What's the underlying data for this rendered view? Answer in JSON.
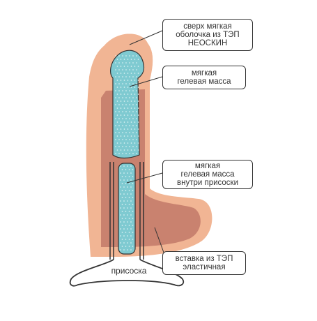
{
  "labels": {
    "outer_shell": [
      "сверх мягкая",
      "оболочка из ТЭП",
      "НЕОСКИН"
    ],
    "gel_mass": [
      "мягкая",
      "гелевая масса"
    ],
    "suction_gel": [
      "мягкая",
      "гелевая масса",
      "внутри присоски"
    ],
    "insert": [
      "вставка из ТЭП",
      "эластичная"
    ],
    "suction_cup": "присоска"
  },
  "colors": {
    "skin": "#f1b594",
    "skin_inner": "#c9826f",
    "gel": "#7fcad1",
    "outline": "#333333"
  }
}
